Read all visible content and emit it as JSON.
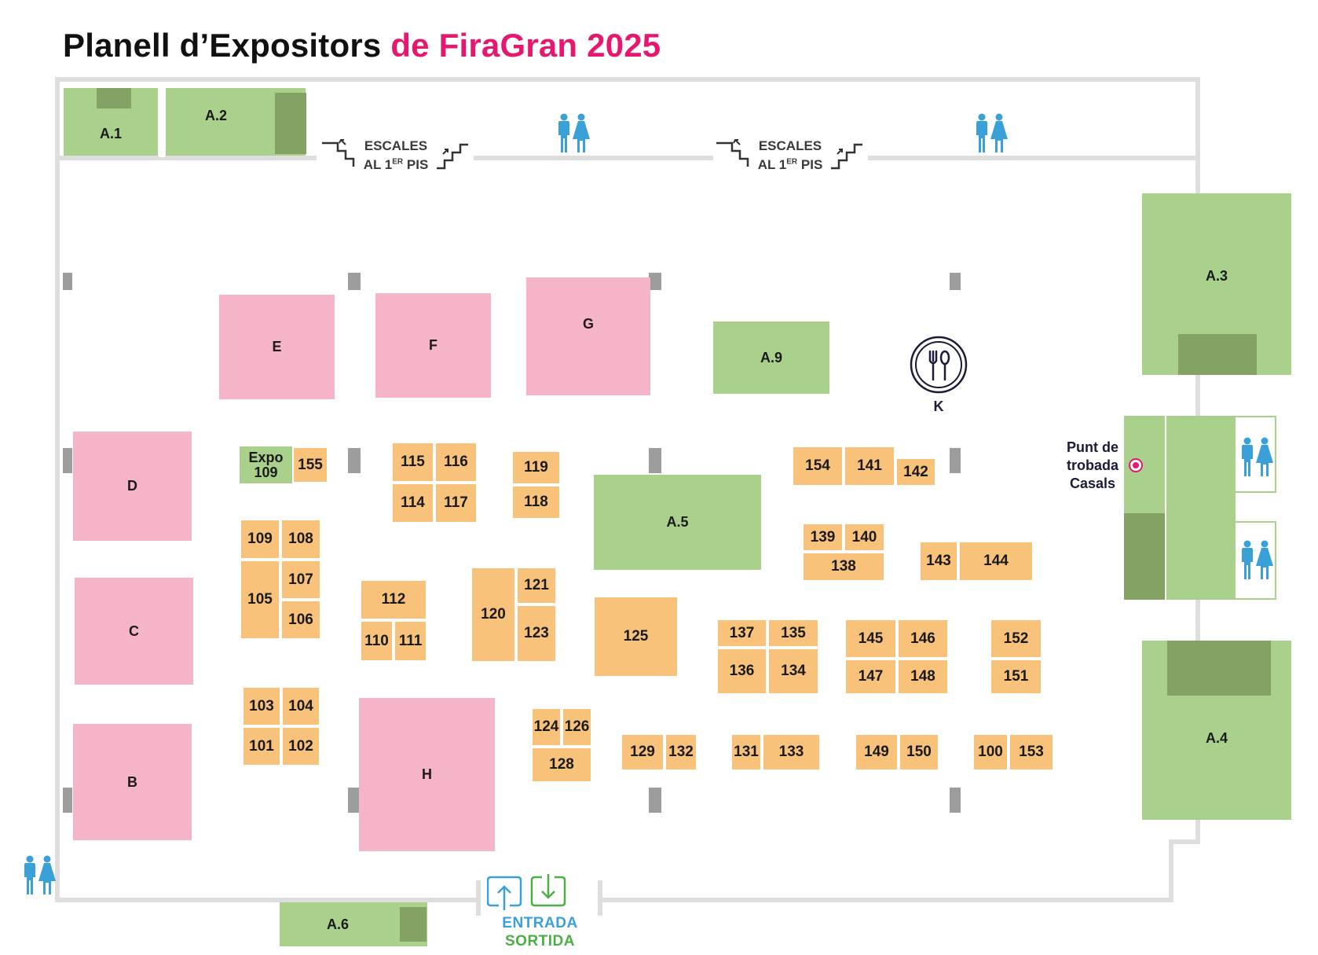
{
  "title": {
    "part1": "Planell d’Expositors",
    "part2": "de FiraGran 2025"
  },
  "colors": {
    "pink_area": "#f6b4c9",
    "green_area": "#a9d18b",
    "dark_green": "#83a264",
    "booth": "#f8c27a",
    "title_accent": "#e5176f",
    "wall": "#dedede",
    "restroom": "#3aa0d8"
  },
  "stairs": {
    "line1": "ESCALES",
    "line2_prefix": "AL 1",
    "line2_sup": "ER",
    "line2_suffix": " PIS"
  },
  "areas": {
    "A1": "A.1",
    "A2": "A.2",
    "A3": "A.3",
    "A4": "A.4",
    "A5": "A.5",
    "A6": "A.6",
    "A9": "A.9",
    "B": "B",
    "C": "C",
    "D": "D",
    "E": "E",
    "F": "F",
    "G": "G",
    "H": "H"
  },
  "expo": {
    "line1": "Expo",
    "line2": "109"
  },
  "booths": [
    "155",
    "115",
    "116",
    "114",
    "117",
    "119",
    "118",
    "154",
    "141",
    "142",
    "139",
    "140",
    "138",
    "143",
    "144",
    "109",
    "108",
    "107",
    "105",
    "106",
    "112",
    "110",
    "111",
    "120",
    "121",
    "123",
    "125",
    "137",
    "135",
    "136",
    "134",
    "145",
    "146",
    "147",
    "148",
    "152",
    "151",
    "103",
    "104",
    "101",
    "102",
    "124",
    "126",
    "128",
    "129",
    "132",
    "131",
    "133",
    "149",
    "150",
    "100",
    "153"
  ],
  "restaurant": {
    "label": "K",
    "icon": "restaurant-icon"
  },
  "meeting_point": {
    "line1": "Punt de",
    "line2": "trobada",
    "line3": "Casals"
  },
  "entrance": {
    "line1": "ENTRADA",
    "line2": "SORTIDA",
    "color1": "#3aa0d8",
    "color2": "#4bb043"
  }
}
